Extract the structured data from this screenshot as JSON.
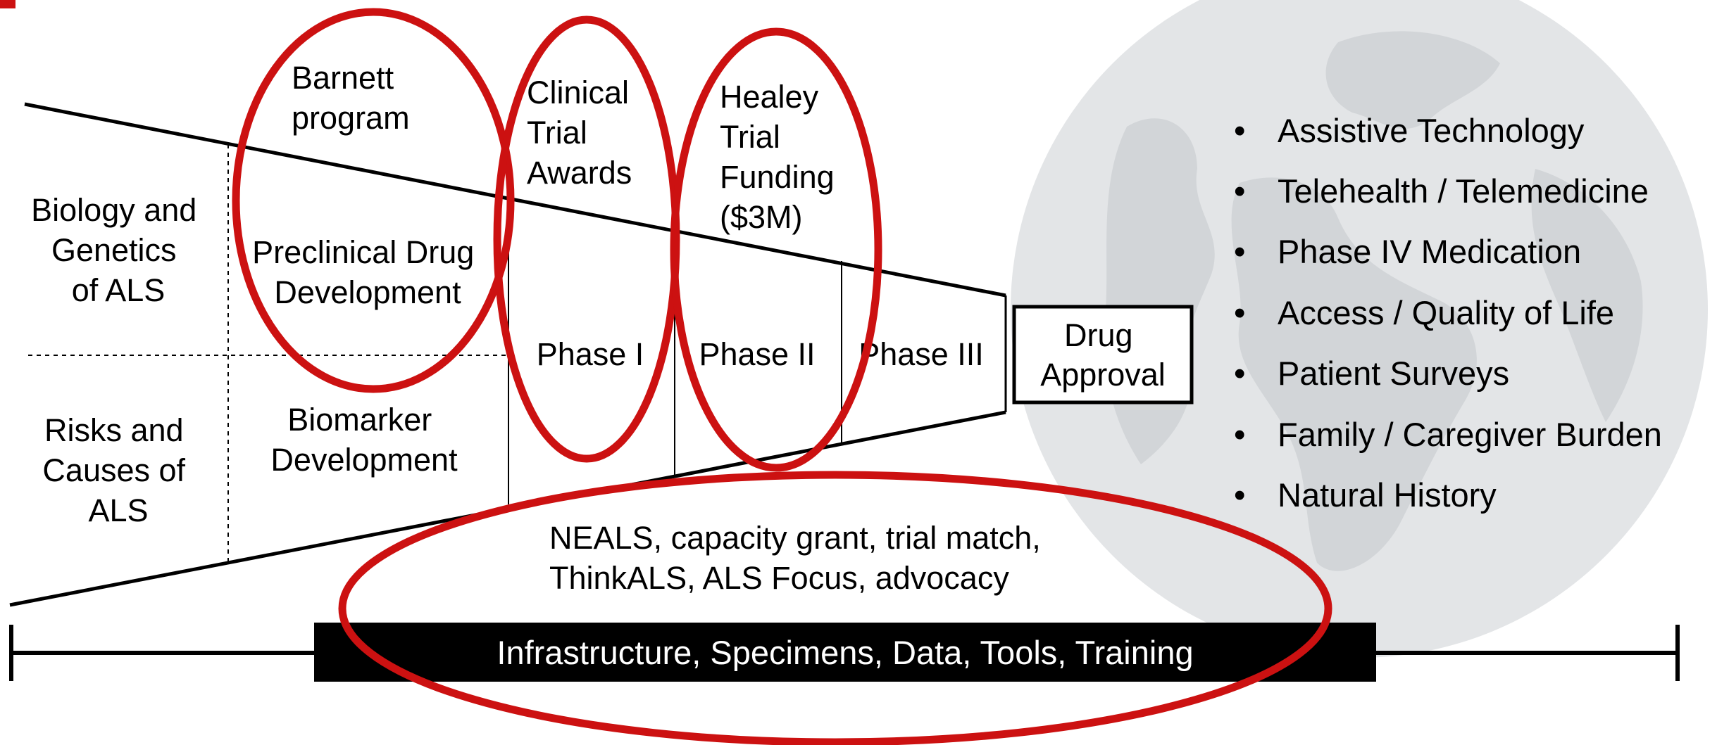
{
  "colors": {
    "highlight_red": "#cc1111",
    "globe": "#e3e5e7",
    "globe_land": "#d2d5d8",
    "ink": "#000000"
  },
  "funnel": {
    "left_top": [
      "Biology and",
      "Genetics",
      "of ALS"
    ],
    "left_bottom": [
      "Risks and",
      "Causes of",
      "ALS"
    ],
    "preclinical": [
      "Preclinical Drug",
      "Development"
    ],
    "biomarker": [
      "Biomarker",
      "Development"
    ],
    "phase1": "Phase I",
    "phase2": "Phase II",
    "phase3": "Phase III",
    "drug_approval": [
      "Drug",
      "Approval"
    ]
  },
  "highlights": {
    "barnett": [
      "Barnett",
      "program"
    ],
    "clinical_trial": [
      "Clinical",
      "Trial",
      "Awards"
    ],
    "healey": [
      "Healey",
      "Trial",
      "Funding",
      "($3M)"
    ],
    "neals": [
      "NEALS, capacity grant, trial match,",
      "ThinkALS, ALS Focus, advocacy"
    ]
  },
  "infrastructure_bar": "Infrastructure, Specimens, Data, Tools, Training",
  "bullets": [
    "Assistive Technology",
    "Telehealth / Telemedicine",
    "Phase IV Medication",
    "Access / Quality of Life",
    "Patient Surveys",
    "Family / Caregiver Burden",
    "Natural History"
  ],
  "bullet_symbol": "•"
}
